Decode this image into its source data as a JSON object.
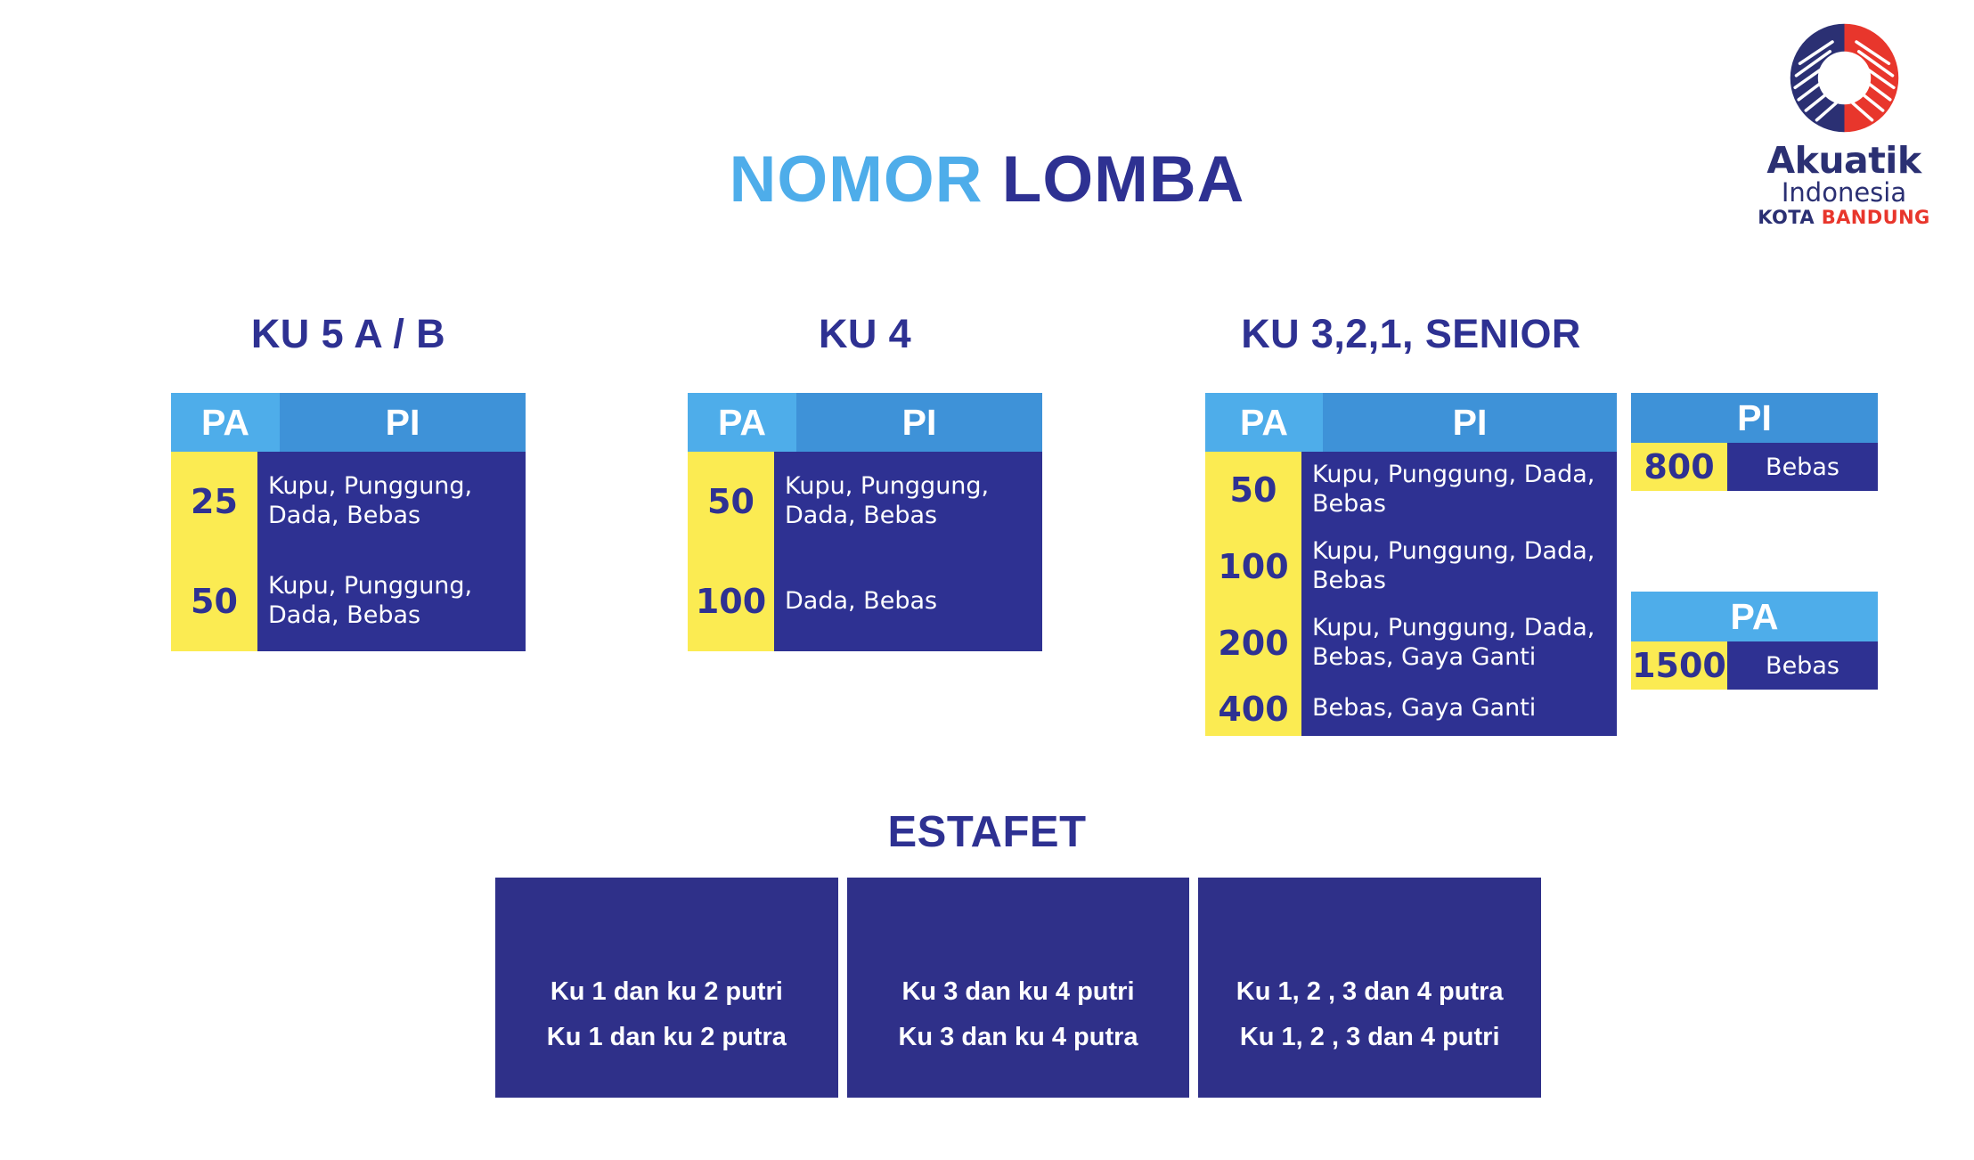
{
  "logo": {
    "name": "Akuatik",
    "subtitle": "Indonesia",
    "city_prefix": "KOTA",
    "city_name": "BANDUNG",
    "colors": {
      "navy": "#2B3073",
      "red": "#E8362C"
    }
  },
  "title": {
    "part_light": "NOMOR",
    "part_dark": "LOMBA",
    "color_light": "#4EADEA",
    "color_dark": "#2E3192"
  },
  "palette": {
    "header_pa": "#4EADEA",
    "header_pi": "#3E92D8",
    "number_cell": "#FBEB52",
    "event_cell": "#2E3192",
    "estafet_box": "#2F3089",
    "text_on_dark": "#FFFFFF"
  },
  "groups": [
    {
      "heading": "KU 5 A / B",
      "columns": {
        "pa": "PA",
        "pi": "PI"
      },
      "rows": [
        {
          "distance": "25",
          "events": "Kupu, Punggung, Dada, Bebas"
        },
        {
          "distance": "50",
          "events": "Kupu, Punggung, Dada, Bebas"
        }
      ]
    },
    {
      "heading": "KU 4",
      "columns": {
        "pa": "PA",
        "pi": "PI"
      },
      "rows": [
        {
          "distance": "50",
          "events": "Kupu, Punggung, Dada, Bebas"
        },
        {
          "distance": "100",
          "events": "Dada, Bebas"
        }
      ]
    },
    {
      "heading": "KU 3,2,1, SENIOR",
      "columns": {
        "pa": "PA",
        "pi": "PI"
      },
      "rows": [
        {
          "distance": "50",
          "events": "Kupu, Punggung, Dada, Bebas"
        },
        {
          "distance": "100",
          "events": "Kupu, Punggung, Dada, Bebas"
        },
        {
          "distance": "200",
          "events": "Kupu, Punggung, Dada, Bebas, Gaya Ganti"
        },
        {
          "distance": "400",
          "events": "Bebas, Gaya Ganti"
        }
      ]
    }
  ],
  "mini_tables": [
    {
      "header": "PI",
      "distance": "800",
      "event": "Bebas"
    },
    {
      "header": "PA",
      "distance": "1500",
      "event": "Bebas"
    }
  ],
  "estafet": {
    "heading": "ESTAFET",
    "boxes": [
      {
        "line1": "Ku 1 dan ku 2 putri",
        "line2": "Ku 1 dan ku 2 putra"
      },
      {
        "line1": "Ku 3 dan ku 4 putri",
        "line2": "Ku 3 dan ku 4 putra"
      },
      {
        "line1": "Ku 1, 2 , 3 dan 4 putra",
        "line2": "Ku 1, 2 , 3 dan 4 putri"
      }
    ]
  }
}
